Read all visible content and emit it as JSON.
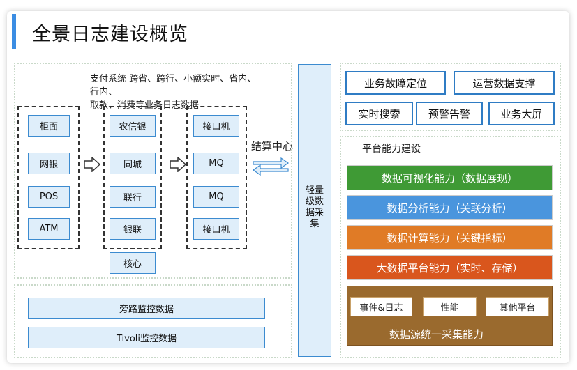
{
  "title": "全景日志建设概览",
  "payment_text": {
    "line1": "支付系统 跨省、跨行、小额实时、省内、",
    "line2": "行内、",
    "line3": "取款、消费等业务日志数据"
  },
  "channels": [
    "柜面",
    "网银",
    "POS",
    "ATM"
  ],
  "banks": [
    "农信银",
    "同城",
    "联行",
    "银联"
  ],
  "core": "核心",
  "interfaces": [
    "接口机",
    "MQ",
    "MQ",
    "接口机"
  ],
  "settlement": "结算中心",
  "lightweight": "轻量\n级数\n据采\n集",
  "monitor": [
    "旁路监控数据",
    "Tivoli监控数据"
  ],
  "apps": [
    "业务故障定位",
    "运营数据支撑",
    "实时搜索",
    "预警告警",
    "业务大屏"
  ],
  "platform_title": "平台能力建设",
  "capabilities": [
    {
      "label": "数据可视化能力（数据展现）",
      "color": "#3f9a35"
    },
    {
      "label": "数据分析能力（关联分析）",
      "color": "#4a95dd"
    },
    {
      "label": "数据计算能力（关键指标）",
      "color": "#e07b26"
    },
    {
      "label": "大数据平台能力（实时、存储）",
      "color": "#d9561d"
    }
  ],
  "sources": [
    "事件&日志",
    "性能",
    "其他平台"
  ],
  "source_title": "数据源统一采集能力",
  "colors": {
    "accent": "#3b8de3",
    "box_fill": "#dfeefa",
    "box_border": "#3c8bd0",
    "source_bg": "#9a6a2e"
  }
}
